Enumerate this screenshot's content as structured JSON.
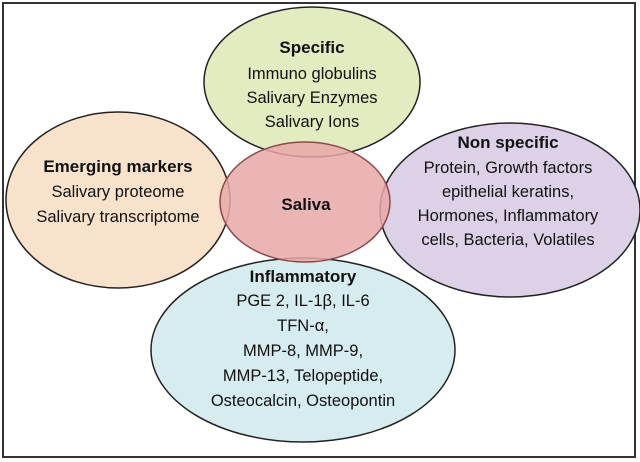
{
  "center": {
    "label": "Saliva",
    "fill": "#e8a8a8",
    "stroke": "#8a4a4a"
  },
  "nodes": {
    "specific": {
      "title": "Specific",
      "lines": [
        "Immuno globulins",
        "Salivary Enzymes",
        "Salivary Ions"
      ],
      "fill": "#e3ebc0"
    },
    "emerging": {
      "title": "Emerging markers",
      "lines": [
        "Salivary proteome",
        "Salivary transcriptome"
      ],
      "fill": "#f9e2cb"
    },
    "nonspecific": {
      "title": "Non specific",
      "lines": [
        "Protein,  Growth factors",
        "epithelial keratins,",
        "Hormones, Inflammatory",
        "cells, Bacteria, Volatiles"
      ],
      "fill": "#ddd1e8"
    },
    "inflammatory": {
      "title": "Inflammatory",
      "lines": [
        "PGE 2, IL-1β, IL-6",
        "TFN-α,",
        "MMP-8, MMP-9,",
        "MMP-13, Telopeptide,",
        "Osteocalcin, Osteopontin"
      ],
      "fill": "#d6ecef"
    }
  },
  "stroke_color": "#222222"
}
